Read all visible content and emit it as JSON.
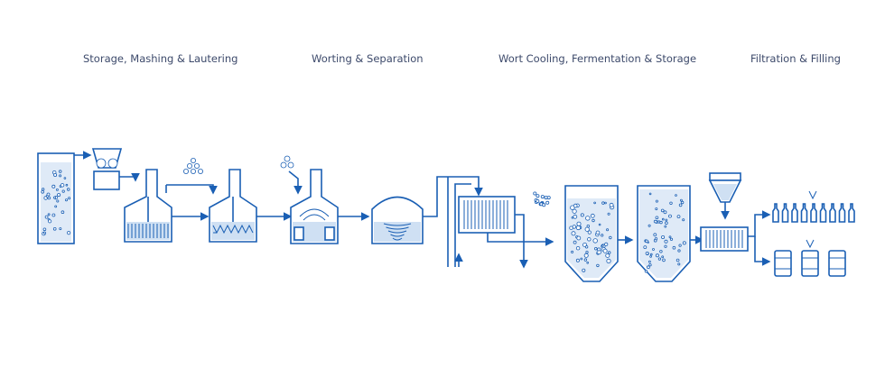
{
  "stages": [
    {
      "label": "Storage, Mashing & Lautering"
    },
    {
      "label": "Worting & Separation"
    },
    {
      "label": "Wort Cooling, Fermentation & Storage"
    },
    {
      "label": "Filtration & Filling"
    }
  ],
  "colors": {
    "line": "#1a5fb4",
    "fill": "#dfeaf7",
    "text": "#3d4a6b"
  }
}
